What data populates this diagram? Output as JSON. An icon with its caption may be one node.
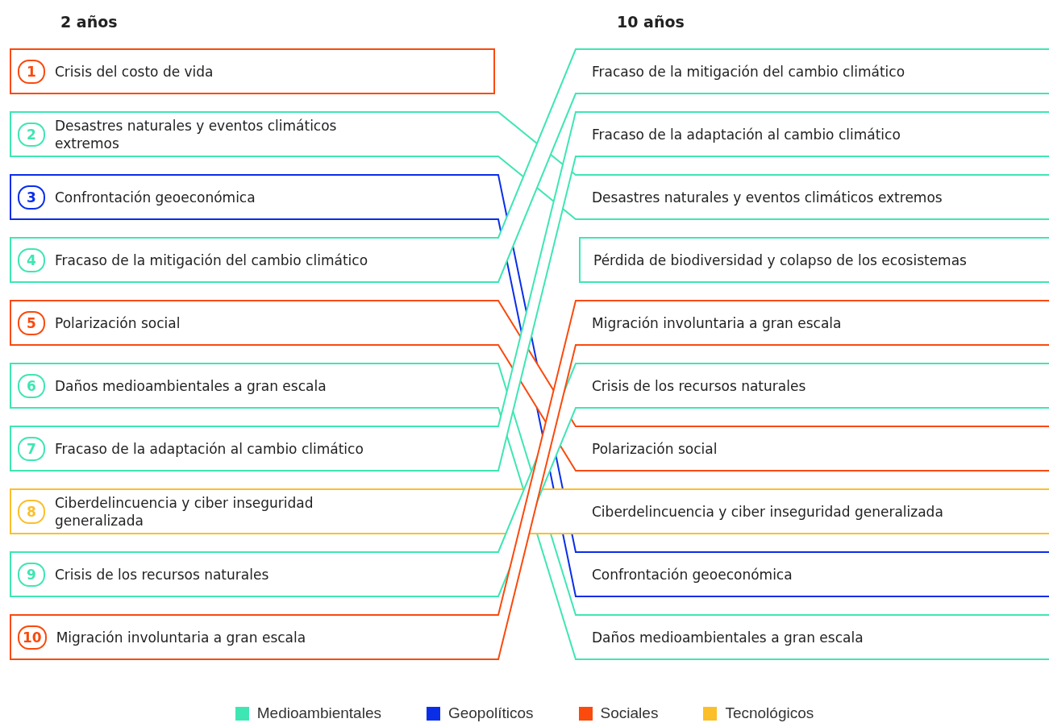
{
  "diagram": {
    "nodes": [
      {
        "text": [
          "1",
          "Crisis del costo de vida"
        ]
      },
      {
        "text": [
          "2",
          "Desastres naturales y eventos climáticos extremos"
        ]
      },
      {
        "text": [
          "3",
          "Confrontación geoeconómica"
        ]
      },
      {
        "text": [
          "4",
          "Fracaso de la mitigación del cambio climático"
        ]
      },
      {
        "text": [
          "5",
          "Polarización social"
        ]
      },
      {
        "text": [
          "6",
          "Daños medioambientales a gran escala"
        ]
      },
      {
        "text": [
          "7",
          "Fracaso de la adaptación al cambio climático"
        ]
      },
      {
        "text": [
          "8",
          "Ciberdelincuencia y ciber inseguridad generalizada"
        ]
      },
      {
        "text": [
          "9",
          "Crisis de los recursos naturales"
        ]
      },
      {
        "text": [
          "10",
          "Migración involuntaria a gran escala"
        ]
      },
      {
        "text": [
          "Fracaso de la mitigación del cambio climático"
        ]
      },
      {
        "text": [
          "Fracaso de la adaptación al cambio climático"
        ]
      },
      {
        "text": [
          "Desastres naturales y eventos climáticos extremos"
        ]
      },
      {
        "text": [
          "Pérdida de biodiversidad y colapso de los ecosistemas"
        ]
      },
      {
        "text": [
          "Migración involuntaria a gran escala"
        ]
      },
      {
        "text": [
          "Crisis de los recursos naturales"
        ]
      },
      {
        "text": [
          "Polarización social"
        ]
      },
      {
        "text": [
          "Ciberdelincuencia y ciber inseguridad generalizada"
        ]
      },
      {
        "text": [
          "Confrontación geoeconómica"
        ]
      },
      {
        "text": [
          "Daños medioambientales a gran escala"
        ]
      }
    ],
    "edges": [
      {
        "from": 1,
        "to": 12,
        "arrow": "none"
      },
      {
        "from": 2,
        "to": 18,
        "arrow": "none",
        "color": "#0a2ee8"
      },
      {
        "from": 3,
        "to": 10,
        "arrow": "none"
      },
      {
        "from": 4,
        "to": 16,
        "arrow": "none",
        "color": "#fa4a0c"
      },
      {
        "from": 5,
        "to": 19,
        "arrow": "none"
      },
      {
        "from": 6,
        "to": 11,
        "arrow": "none"
      },
      {
        "from": 7,
        "to": 17,
        "arrow": "none",
        "color": "#fbbf2a"
      },
      {
        "from": 8,
        "to": 15,
        "arrow": "none"
      },
      {
        "from": 9,
        "to": 14,
        "arrow": "none",
        "color": "#fa4a0c"
      }
    ],
    "labels": [
      "2 años",
      "10 años"
    ],
    "legend": [
      {
        "text": "Medioambientales",
        "color": "#3ee6b4"
      },
      {
        "text": "Geopolíticos",
        "color": "#0a2ee8"
      },
      {
        "text": "Sociales",
        "color": "#fa4a0c"
      },
      {
        "text": "Tecnológicos",
        "color": "#fbbf2a"
      }
    ]
  }
}
